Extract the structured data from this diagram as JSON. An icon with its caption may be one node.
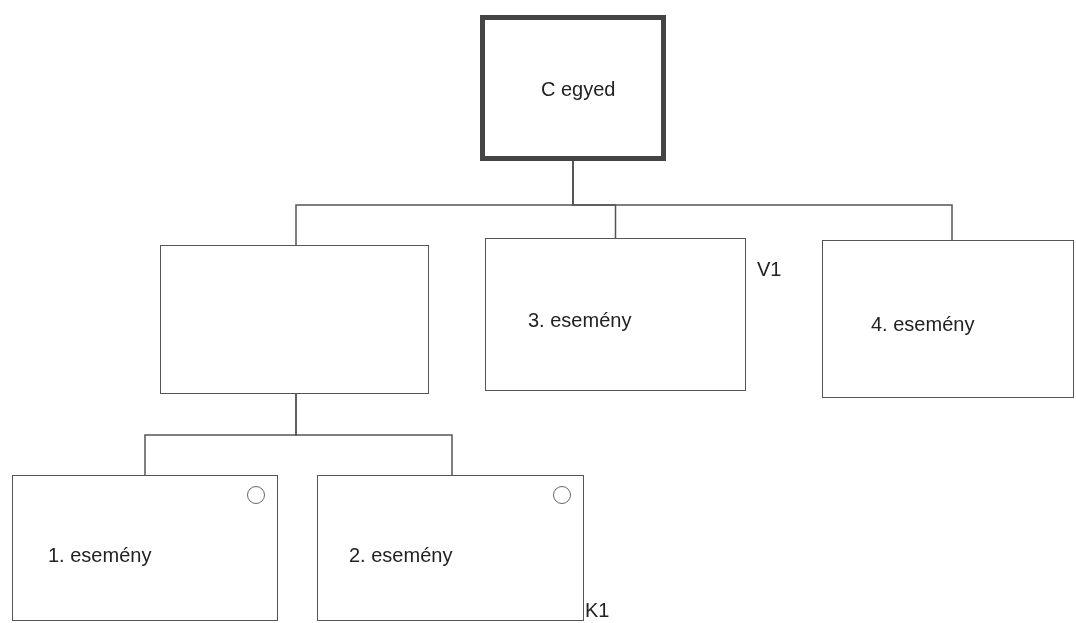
{
  "diagram": {
    "nodes": [
      {
        "text": [
          "C egyed"
        ]
      },
      {
        "text": [],
        "shape": "box"
      },
      {
        "text": [
          "3. esemény"
        ],
        "beside": [
          "V1"
        ]
      },
      {
        "text": [
          "4. esemény"
        ]
      },
      {
        "text": [
          "1. esemény"
        ]
      },
      {
        "text": [
          "2. esemény"
        ],
        "beside": [
          "K1"
        ]
      }
    ],
    "edges": [
      {
        "from": 0,
        "to": 1,
        "arrow": "none"
      },
      {
        "from": 0,
        "to": 2,
        "arrow": "none"
      },
      {
        "from": 0,
        "to": 3,
        "arrow": "none"
      },
      {
        "from": 1,
        "to": 4,
        "arrow": "none"
      },
      {
        "from": 1,
        "to": 5,
        "arrow": "none"
      }
    ]
  }
}
